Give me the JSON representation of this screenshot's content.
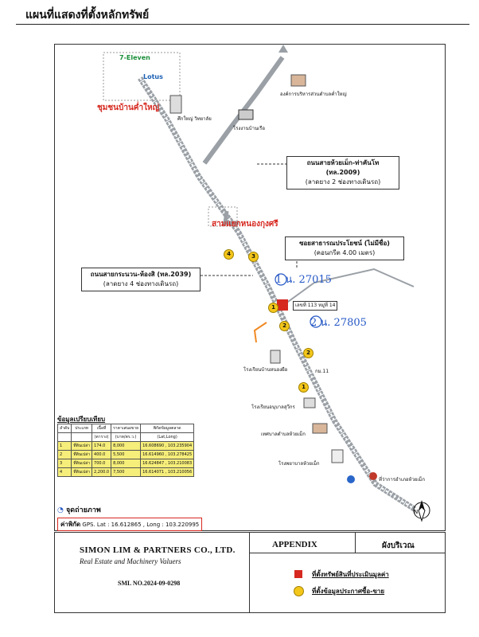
{
  "page_title": "แผนที่แสดงที่ตั้งหลักทรัพย์",
  "map": {
    "village_label": "ชุมชนบ้านค่ำใหญ่",
    "store_label": "7-Eleven",
    "lotus_label": "Lotus",
    "school_label": "ศึกใหญ่ วิทยาลัย",
    "factory_label": "โรงงานบ้านเรือ",
    "office_label": "องค์การบริหารส่วนตำบลค่ำใหญ่",
    "road1_name": "ถนนสายห้วยเม็ก-ท่าคันโท (ทล.2009)",
    "road1_desc": "(ลาดยาง 2 ช่องทางเดินรถ)",
    "junction_label": "สามแยกหนองกุงศรี",
    "soi_name": "ซอยสาธารณประโยชน์ (ไม่มีชื่อ)",
    "soi_desc": "(คอนกรีต 4.00 เมตร)",
    "road2_name": "ถนนสายกระนวน-ห้องสิ (ทล.2039)",
    "road2_desc": "(ลาดยาง 4 ช่องทางเดินรถ)",
    "deed1": "1 น. 27015",
    "deed2": "2 น. 27805",
    "school2_label": "โรงเรียนบ้านหนองผือ",
    "school3_label": "โรงเรียนอนุบาลสุวีกร",
    "temple_label": "เทศบาลตำบลห้วยเม็ก",
    "hospital_label": "โรงพยาบาลห้วยเม็ก",
    "police_label": "ที่ว่าการอำเภอห้วยเม็ก",
    "km_marker_1": "กม.11",
    "badges": [
      "4",
      "3",
      "1",
      "2",
      "2",
      "1"
    ],
    "property_tag": "เลขที่ 113 หมู่ที่ 14"
  },
  "comparison": {
    "title": "ข้อมูลเปรียบเทียบ",
    "headers": [
      "ลำดับ",
      "ประเภท",
      "เนื้อที่",
      "ราคาเสนอขาย",
      "พิกัดข้อมูลตลาด"
    ],
    "sub_headers": [
      "",
      "",
      "(ตาราง)",
      "(บาท/ตร.ว.)",
      "(Lat,Long)"
    ],
    "rows": [
      [
        "1",
        "ที่ดินเปล่า",
        "174.0",
        "8,000",
        "16.608690 , 103.235904"
      ],
      [
        "2",
        "ที่ดินเปล่า",
        "400.0",
        "5,500",
        "16.614960 , 103.278425"
      ],
      [
        "3",
        "ที่ดินเปล่า",
        "700.0",
        "8,000",
        "16.624847 , 103.210083"
      ],
      [
        "4",
        "ที่ดินเปล่า",
        "2,200.0",
        "7,500",
        "16.614071 , 103.210056"
      ]
    ]
  },
  "legend_photo": "จุดถ่ายภาพ",
  "gps": {
    "label": "ค่าพิกัด",
    "value": "GPS. Lat : 16.612865 , Long : 103.220995"
  },
  "footer": {
    "company": "SIMON LIM & PARTNERS CO., LTD.",
    "subtitle": "Real Estate and Machinery Valuers",
    "sml_no": "SML NO.2024-09-0298",
    "appendix": "APPENDIX",
    "site_plan": "ผังบริเวณ",
    "legend_property": "ที่ตั้งทรัพย์สินที่ประเมินมูลค่า",
    "legend_market": "ที่ตั้งข้อมูลประกาศซื้อ-ขาย"
  },
  "colors": {
    "road": "#9aa0a6",
    "property": "#d6281f",
    "market": "#f3c61a",
    "ink": "#2457c5"
  }
}
